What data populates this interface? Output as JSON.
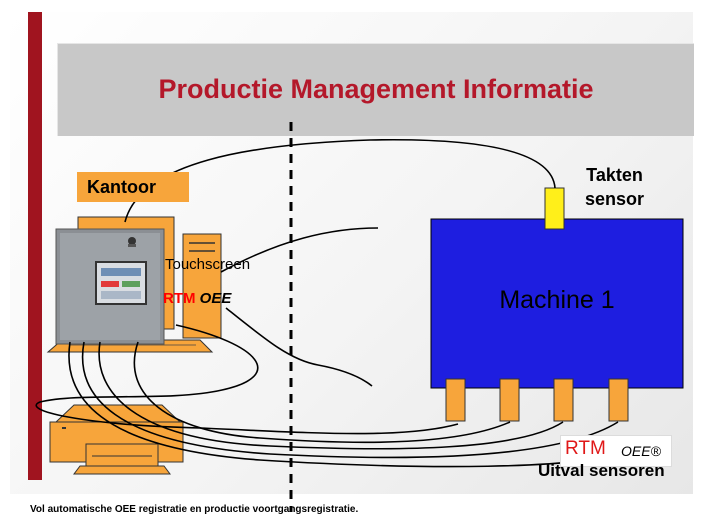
{
  "slide": {
    "title": "Productie Management Informatie",
    "kantoor_label": "Kantoor",
    "touchscreen_label": "Touchscreen",
    "rtm_oee": {
      "rtm": "RTM",
      "oee": "OEE"
    },
    "takten_sensor_label": [
      "Takten",
      "sensor"
    ],
    "machine_label": "Machine 1",
    "logo": {
      "rtm": "RTM",
      "oee": "OEE®"
    },
    "uitval_sensoren_label": "Uitval sensoren",
    "footer_text": "Vol automatische OEE registratie en productie voortgangsregistratie."
  },
  "colors": {
    "accent_red": "#a0141f",
    "title_red": "#b4182a",
    "orange": "#f7a53b",
    "sensor_yellow": "#ffef1a",
    "machine_blue": "#1e1ee0",
    "title_gray": "#c8c8c8"
  },
  "icons": [
    "computer-icon",
    "touchscreen-panel-icon",
    "printer-icon",
    "sensor-icon"
  ]
}
